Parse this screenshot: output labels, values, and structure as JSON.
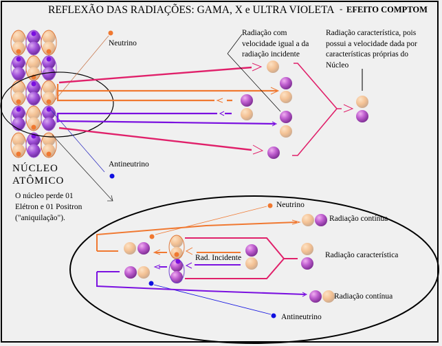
{
  "header": {
    "title": "REFLEXÃO DAS RADIAÇÕES: GAMA, X e ULTRA VIOLETA",
    "separator": "-",
    "subtitle": "EFEITO COMPTOM"
  },
  "top_diagram": {
    "neutrino_label": "Neutrino",
    "antineutrino_label": "Antineutrino",
    "nucleus_label_line1": "NÚCLEO",
    "nucleus_label_line2": "ATÔMICO",
    "nucleus_note": "O núcleo perde 01 Elétron e 01 Positron (\"aniquilação\").",
    "annotation_equal_velocity": "Radiação com velocidade igual a da radiação incidente",
    "annotation_characteristic": "Radiação característica, pois possui a velocidade dada por características próprias do Núcleo"
  },
  "detail_diagram": {
    "neutrino_label": "Neutrino",
    "antineutrino_label": "Antineutrino",
    "incident_label": "Rad. Incidente",
    "continuous_top_label": "Radiação contínua",
    "characteristic_label": "Radiação característica",
    "continuous_bottom_label": "Radiação contínua"
  },
  "colors": {
    "background": "#f0f0f0",
    "proton": "#b04fd0",
    "neutron": "#f2c090",
    "electron_path": "#e0206a",
    "orange_path": "#f07830",
    "purple_path": "#7a10e0",
    "neutrino_dot": "#f07830",
    "antineutrino_dot": "#1010e0"
  }
}
